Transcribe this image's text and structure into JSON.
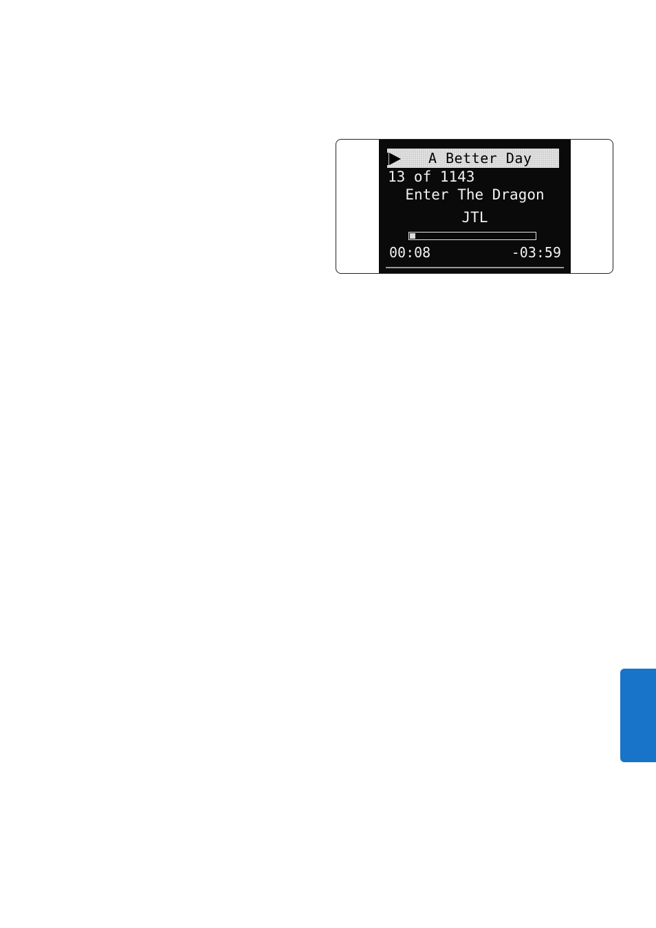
{
  "player": {
    "title": "A Better Day",
    "track_counter": "13 of 1143",
    "album": "Enter The Dragon",
    "artist": "JTL",
    "elapsed": "00:08",
    "remaining": "-03:59",
    "progress": 0.04
  },
  "colors": {
    "screen_background": "#0a0a0a",
    "highlight_bar": "#cfcfcf",
    "side_tab": "#1874c9"
  },
  "icons": {
    "play": "play-icon"
  }
}
